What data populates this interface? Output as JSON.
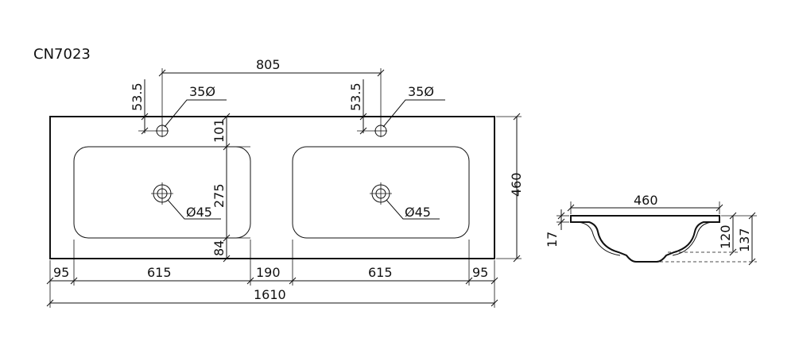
{
  "model": "CN7023",
  "labels": {
    "hole_spacing": "805",
    "tap_offset_left": "53.5",
    "tap_offset_right": "53.5",
    "tap_hole_left": "35Ø",
    "tap_hole_right": "35Ø",
    "drain_left": "Ø45",
    "drain_right": "Ø45",
    "dim_101": "101",
    "dim_275": "275",
    "dim_84": "84",
    "depth": "460",
    "edge_left": "95",
    "bowl_left": "615",
    "between_bowls": "190",
    "bowl_right": "615",
    "edge_right": "95",
    "total_width": "1610",
    "side_width": "460",
    "side_17": "17",
    "side_120": "120",
    "side_137": "137"
  }
}
